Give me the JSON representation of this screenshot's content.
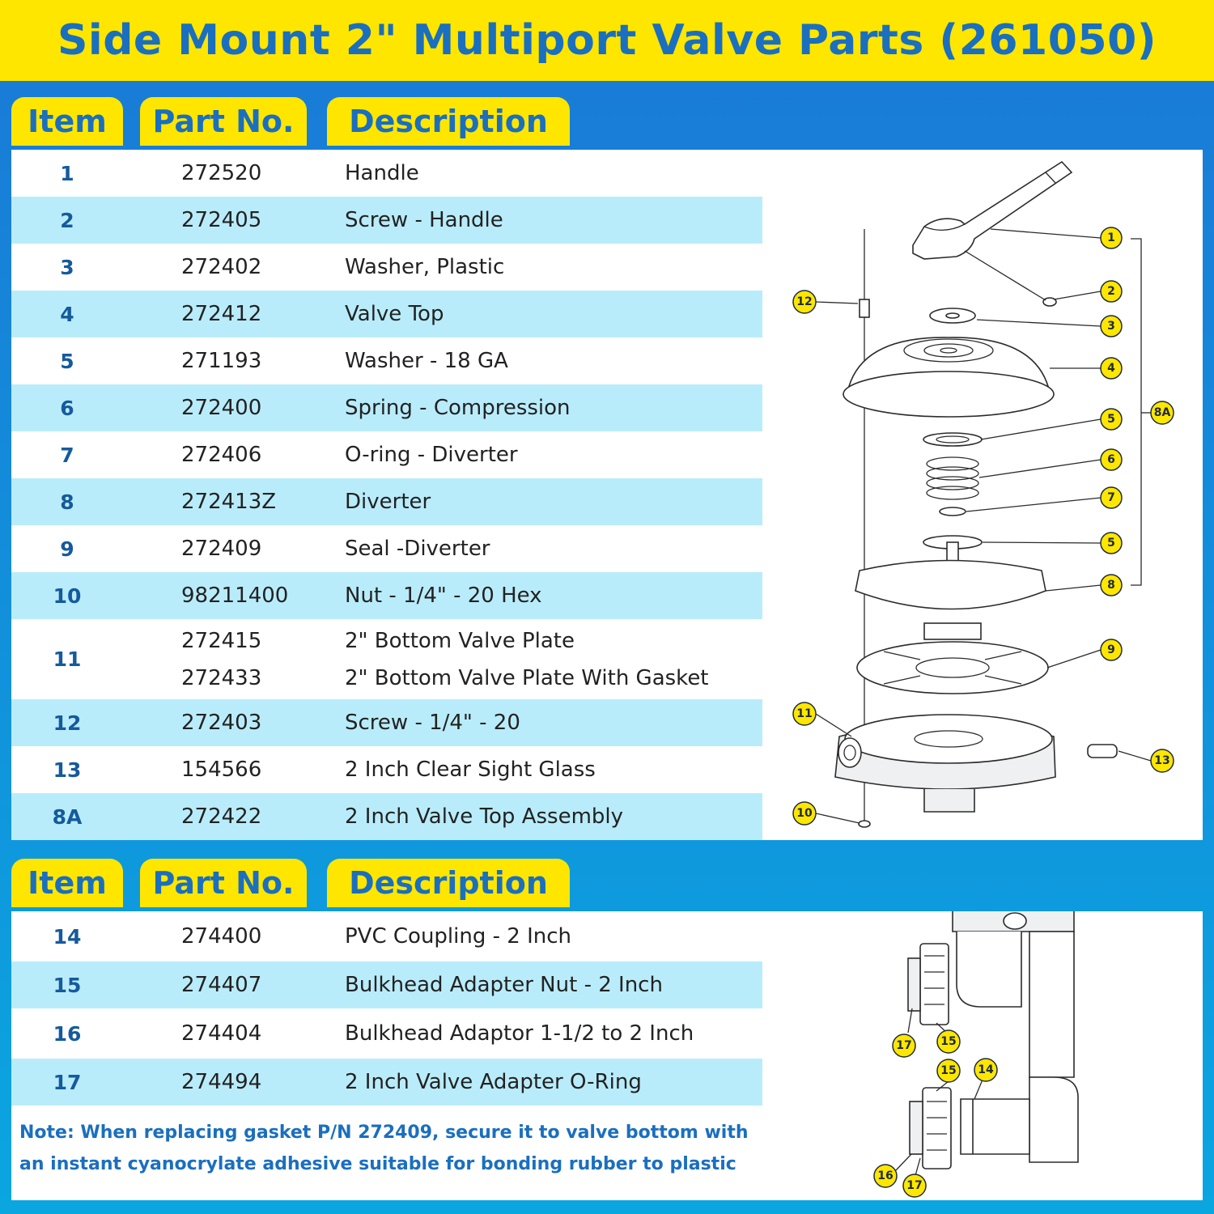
{
  "title": "Side Mount 2\" Multiport Valve Parts (261050)",
  "headers": {
    "item": "Item",
    "part": "Part No.",
    "desc": "Description"
  },
  "table1": [
    {
      "item": "1",
      "part": "272520",
      "desc": "Handle"
    },
    {
      "item": "2",
      "part": "272405",
      "desc": "Screw - Handle"
    },
    {
      "item": "3",
      "part": "272402",
      "desc": "Washer, Plastic"
    },
    {
      "item": "4",
      "part": "272412",
      "desc": "Valve Top"
    },
    {
      "item": "5",
      "part": "271193",
      "desc": "Washer - 18 GA"
    },
    {
      "item": "6",
      "part": "272400",
      "desc": "Spring - Compression"
    },
    {
      "item": "7",
      "part": "272406",
      "desc": "O-ring - Diverter"
    },
    {
      "item": "8",
      "part": "272413Z",
      "desc": "Diverter"
    },
    {
      "item": "9",
      "part": "272409",
      "desc": "Seal -Diverter"
    },
    {
      "item": "10",
      "part": "98211400",
      "desc": "Nut - 1/4\" - 20 Hex"
    },
    {
      "item": "11",
      "part": "272415",
      "desc": "2\" Bottom Valve Plate",
      "part2": "272433",
      "desc2": "2\" Bottom Valve Plate With Gasket"
    },
    {
      "item": "12",
      "part": "272403",
      "desc": "Screw - 1/4\" - 20"
    },
    {
      "item": "13",
      "part": "154566",
      "desc": "2 Inch Clear Sight Glass"
    },
    {
      "item": "8A",
      "part": "272422",
      "desc": "2 Inch Valve Top Assembly"
    }
  ],
  "table2": [
    {
      "item": "14",
      "part": "274400",
      "desc": "PVC Coupling - 2 Inch"
    },
    {
      "item": "15",
      "part": "274407",
      "desc": "Bulkhead Adapter Nut - 2 Inch"
    },
    {
      "item": "16",
      "part": "274404",
      "desc": "Bulkhead Adaptor 1-1/2 to 2 Inch"
    },
    {
      "item": "17",
      "part": "274494",
      "desc": "2 Inch Valve Adapter O-Ring"
    }
  ],
  "note": {
    "line1": "Note: When replacing gasket P/N 272409, secure it to valve bottom with",
    "line2": "an instant cyanocrylate adhesive suitable for bonding rubber to plastic"
  },
  "callouts1": [
    "1",
    "2",
    "3",
    "4",
    "5",
    "6",
    "7",
    "5",
    "8",
    "9",
    "8A",
    "12",
    "11",
    "13",
    "10"
  ],
  "callouts2": [
    "17",
    "15",
    "15",
    "14",
    "16",
    "17"
  ],
  "colors": {
    "yellow": "#ffe600",
    "blue": "#1a6fbf",
    "light_row": "#b9ecfb"
  }
}
